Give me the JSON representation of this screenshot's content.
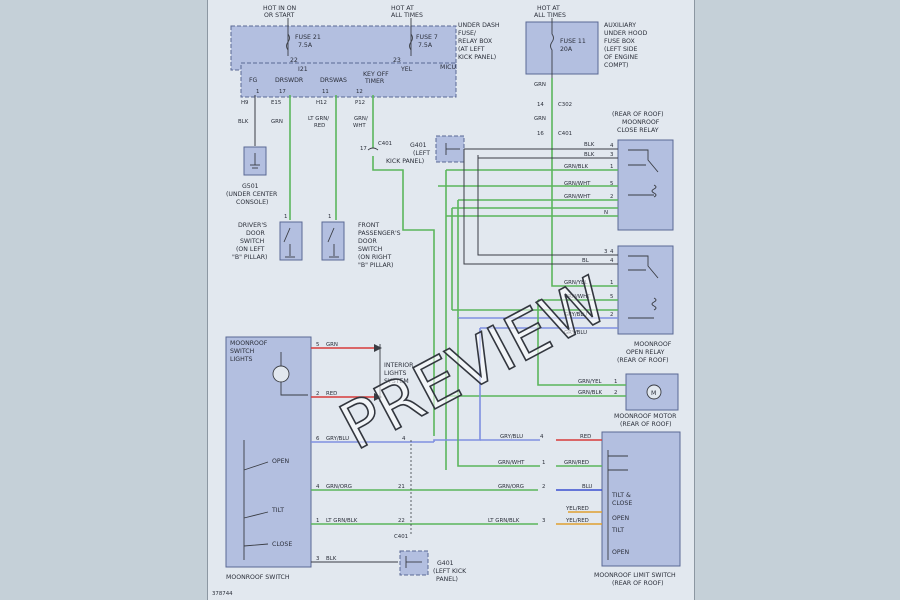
{
  "power": {
    "hot_run_start": [
      "HOT IN ON",
      "OR START"
    ],
    "hot_all_times": [
      "HOT AT",
      "ALL TIMES"
    ],
    "hot_all_times_2": [
      "HOT AT",
      "ALL TIMES"
    ],
    "fuse21": [
      "FUSE 21",
      "7.5A"
    ],
    "fuse7": [
      "FUSE 7",
      "7.5A"
    ],
    "fuse11": [
      "FUSE 11",
      "20A"
    ],
    "under_dash_box": [
      "UNDER DASH",
      "FUSE/",
      "RELAY BOX",
      "(AT LEFT",
      "KICK PANEL)"
    ],
    "aux_box": [
      "AUXILIARY",
      "UNDER HOOD",
      "FUSE BOX",
      "(LEFT SIDE",
      "OF ENGINE",
      "COMPT)"
    ],
    "micu": "MICU",
    "pin_i21": "I21",
    "pin_22": "22",
    "pin_23": "23",
    "yel_label": "YEL",
    "micu_inputs": [
      {
        "label": "FG",
        "pin": "1",
        "conn": "H9",
        "wire": "BLK"
      },
      {
        "label": "DRSWDR",
        "pin": "17",
        "conn": "E15",
        "wire": "GRN"
      },
      {
        "label": "DRSWAS",
        "pin": "11",
        "conn": "H12",
        "wire": [
          "LT GRN/",
          "RED"
        ]
      },
      {
        "label": "KEY OFF",
        "label2": "TIMER",
        "pin": "12",
        "conn": "P12",
        "wire": [
          "GRN/",
          "WHT"
        ]
      }
    ]
  },
  "grounds": {
    "g501": [
      "G501",
      "(UNDER CENTER",
      "CONSOLE)"
    ],
    "g401a": [
      "G401",
      "(LEFT",
      "KICK PANEL)"
    ],
    "g401b": [
      "G401",
      "(LEFT KICK",
      "PANEL)"
    ]
  },
  "connectors": {
    "c302": "C302",
    "c401": "C401",
    "c401b": "C401",
    "c401c": "C401",
    "pin14": "14",
    "pin16": "16",
    "pin17": "17",
    "grn_top": "GRN",
    "grn_mid": "GRN"
  },
  "switches": {
    "driver_door": [
      "DRIVER'S",
      "DOOR",
      "SWITCH",
      "(ON LEFT",
      "\"B\" PILLAR)"
    ],
    "passenger_door": [
      "FRONT",
      "PASSENGER'S",
      "DOOR",
      "SWITCH",
      "(ON RIGHT",
      "\"B\" PILLAR)"
    ],
    "pin1": "1"
  },
  "close_relay": {
    "title": [
      "(REAR OF ROOF)",
      "MOONROOF",
      "CLOSE RELAY"
    ],
    "wires": [
      {
        "label": "BLK",
        "pin": "4"
      },
      {
        "label": "BLK",
        "pin": "3"
      },
      {
        "label": "GRN/BLK",
        "pin": "1"
      },
      {
        "label": "GRN/WHT",
        "pin": "5"
      },
      {
        "label": "GRN/WHT",
        "pin": "2"
      },
      {
        "label": "N",
        "pin": ""
      }
    ]
  },
  "open_relay": {
    "title": [
      "MOONROOF",
      "OPEN RELAY",
      "(REAR OF ROOF)"
    ],
    "wires": [
      {
        "label": "3",
        "pin": "4"
      },
      {
        "label": "BL",
        "pin": "4"
      },
      {
        "label": "GRN/YEL",
        "pin": "1"
      },
      {
        "label": "GRN/WHT",
        "pin": "5"
      },
      {
        "label": "GRY/BLU",
        "pin": "2"
      },
      {
        "label": "GRY/BLU",
        "pin": ""
      }
    ]
  },
  "motor": {
    "title": [
      "MOONROOF MOTOR",
      "(REAR OF ROOF)"
    ],
    "wires": [
      {
        "label": "GRN/YEL",
        "pin": "1"
      },
      {
        "label": "GRN/BLK",
        "pin": "2"
      }
    ],
    "symbol": "M"
  },
  "moonroof_switch": {
    "title": "MOONROOF SWITCH",
    "lights": [
      "MOONROOF",
      "SWITCH",
      "LIGHTS"
    ],
    "interior": [
      "INTERIOR",
      "LIGHTS",
      "SYSTEM"
    ],
    "pins": [
      {
        "pin": "5",
        "wire": "GRN"
      },
      {
        "pin": "2",
        "wire": "RED"
      },
      {
        "pin": "6",
        "wire": "GRY/BLU",
        "far": "4"
      },
      {
        "pin": "4",
        "wire": "GRN/ORG",
        "far": "21"
      },
      {
        "pin": "1",
        "wire": "LT GRN/BLK",
        "far": "22"
      },
      {
        "pin": "3",
        "wire": "BLK"
      }
    ],
    "positions": [
      "OPEN",
      "TILT",
      "CLOSE"
    ]
  },
  "limit_switch": {
    "title": [
      "MOONROOF LIMIT SWITCH",
      "(REAR OF ROOF)"
    ],
    "left_wires": [
      {
        "label": "GRY/BLU",
        "pin": "4"
      },
      {
        "label": "GRN/WHT",
        "pin": "1"
      },
      {
        "label": "GRN/ORG",
        "pin": "2"
      },
      {
        "label": "LT GRN/BLK",
        "pin": "3"
      }
    ],
    "right_wires": [
      "RED",
      "GRN/RED",
      "BLU",
      "YEL/RED",
      "YEL/RED"
    ],
    "positions": [
      "TILT &",
      "CLOSE",
      "OPEN",
      "TILT",
      "OPEN"
    ]
  },
  "figure_id": "378744",
  "watermark": "PREVIEW"
}
